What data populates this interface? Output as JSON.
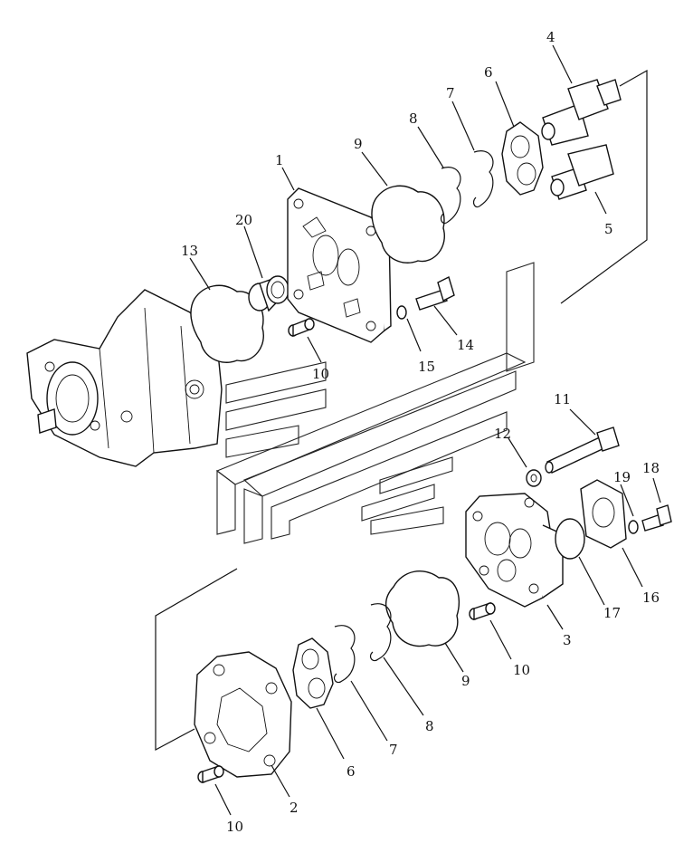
{
  "callouts": [
    {
      "id": "c1",
      "text": "1"
    },
    {
      "id": "c2",
      "text": "2"
    },
    {
      "id": "c3",
      "text": "3"
    },
    {
      "id": "c4",
      "text": "4"
    },
    {
      "id": "c5",
      "text": "5"
    },
    {
      "id": "c6a",
      "text": "6"
    },
    {
      "id": "c6b",
      "text": "6"
    },
    {
      "id": "c7a",
      "text": "7"
    },
    {
      "id": "c7b",
      "text": "7"
    },
    {
      "id": "c8a",
      "text": "8"
    },
    {
      "id": "c8b",
      "text": "8"
    },
    {
      "id": "c9a",
      "text": "9"
    },
    {
      "id": "c9b",
      "text": "9"
    },
    {
      "id": "c10a",
      "text": "10"
    },
    {
      "id": "c10b",
      "text": "10"
    },
    {
      "id": "c10c",
      "text": "10"
    },
    {
      "id": "c11",
      "text": "11"
    },
    {
      "id": "c12",
      "text": "12"
    },
    {
      "id": "c13",
      "text": "13"
    },
    {
      "id": "c14",
      "text": "14"
    },
    {
      "id": "c15",
      "text": "15"
    },
    {
      "id": "c16",
      "text": "16"
    },
    {
      "id": "c17",
      "text": "17"
    },
    {
      "id": "c18",
      "text": "18"
    },
    {
      "id": "c19",
      "text": "19"
    },
    {
      "id": "c20",
      "text": "20"
    }
  ],
  "colors": {
    "ink": "#111111",
    "paper": "#ffffff"
  }
}
